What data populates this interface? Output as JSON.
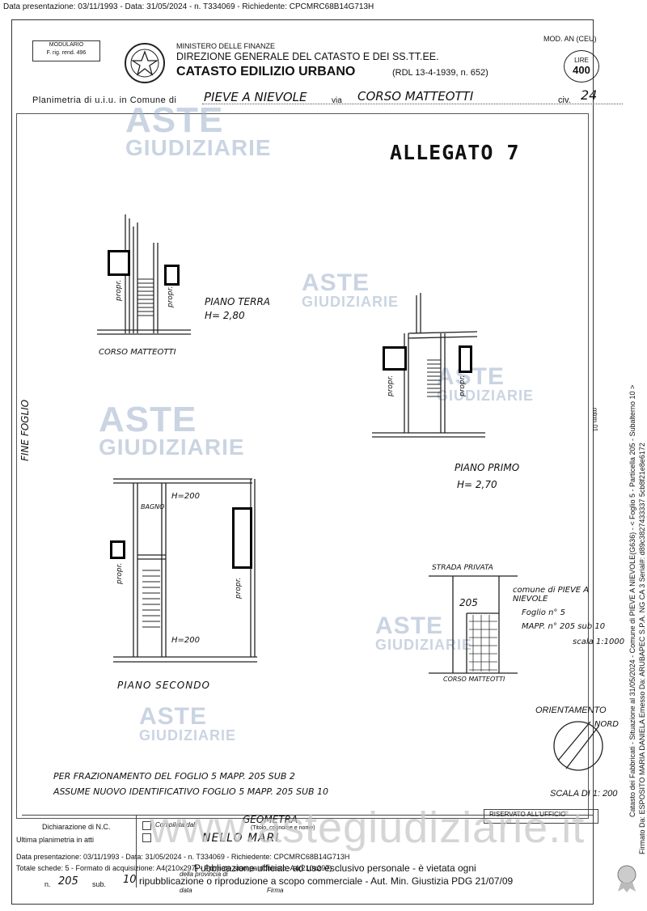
{
  "top_line": "Data presentazione: 03/11/1993 - Data: 31/05/2024 - n. T334069 - Richiedente: CPCMRC68B14G713H",
  "header": {
    "modulario_1": "MODULARIO",
    "modulario_2": "F. rig. rend. 496",
    "ministry": "MINISTERO DELLE FINANZE",
    "directorate": "DIREZIONE GENERALE DEL CATASTO E DEI SS.TT.EE.",
    "office": "CATASTO EDILIZIO URBANO",
    "law": "(RDL 13-4-1939, n. 652)",
    "mod": "MOD. AN (CEU)",
    "lire_label": "LIRE",
    "lire_value": "400",
    "planimetria_prefix": "Planimetria di u.i.u. in Comune di",
    "comune": "PIEVE A NIEVOLE",
    "via_label": "via",
    "street": "CORSO MATTEOTTI",
    "civ_label": "civ.",
    "civ": "24"
  },
  "allegato": "ALLEGATO 7",
  "watermark": {
    "line1": "ASTE",
    "line2": "GIUDIZIARIE",
    "bottom": "www.astegiudiziarie.it"
  },
  "plans": {
    "terra_title": "PIANO TERRA",
    "terra_h": "H= 2,80",
    "corso": "CORSO MATTEOTTI",
    "primo_title": "PIANO PRIMO",
    "primo_h": "H= 2,70",
    "prop": "propr.",
    "bagno": "BAGNO",
    "h200": "H=200",
    "secondo_title": "PIANO SECONDO",
    "strada": "STRADA PRIVATA",
    "num_205": "205",
    "comune_note": "comune di PIEVE A NIEVOLE",
    "foglio": "Foglio  n° 5",
    "mapp": "MAPP.  n° 205 sub 10",
    "scala_small": "scala 1:1000",
    "corso_small": "CORSO MATTEOTTI",
    "orientamento": "ORIENTAMENTO",
    "nord": "NORD",
    "scala": "SCALA DI 1: 200",
    "fine_foglio": "FINE FOGLIO",
    "page_id": "mtrm 01"
  },
  "note_lines": [
    "PER FRAZIONAMENTO DEL FOGLIO 5 MAPP. 205 SUB 2",
    "ASSUME NUOVO IDENTIFICATIVO FOGLIO 5 MAPP. 205 SUB 10"
  ],
  "footer": {
    "dichiarazione": "Dichiarazione di N.C.",
    "ultima": "Ultima planimetria in atti",
    "compilata": "Compilata dal",
    "geometra": "GEOMETRA",
    "titolo": "(Titolo, cognome e nome)",
    "name": "NELLO MARI",
    "riservato": "RISERVATO ALL'UFFICIO",
    "data_line": "Data presentazione: 03/11/1993 - Data: 31/05/2024 - n. T334069 - Richiedente: CPCMRC68B14G713H",
    "totale": "Totale schede: 5 - Formato di acquisizione: A4(210x297) - Formato stampa richiesto: A4(210x297)",
    "pubblicazione_1": "Pubblicazione ufficiale ad uso esclusivo personale - è vietata ogni",
    "pubblicazione_2": "ripubblicazione o riproduzione a scopo commerciale - Aut. Min. Giustizia PDG 21/07/09",
    "provincia": "della provincia di",
    "data_lbl": "data",
    "firma": "Firma",
    "n_label": "n.",
    "n_value": "205",
    "sub_label": "sub.",
    "sub_value": "10"
  },
  "side_text_1": "Catasto dei Fabbricati - Situazione al 31/05/2024 - Comune di PIEVE A NIEVOLE(G636) - < Foglio 5 - Particella 205 - Subalterno 10 >",
  "side_text_2": "Firmato Da: ESPOSITO MARIA DANIELA Emesso Da: ARUBAPEC S.P.A. NG CA 3 Serial#: d89c3827433337 5cb8f21e8e6172"
}
